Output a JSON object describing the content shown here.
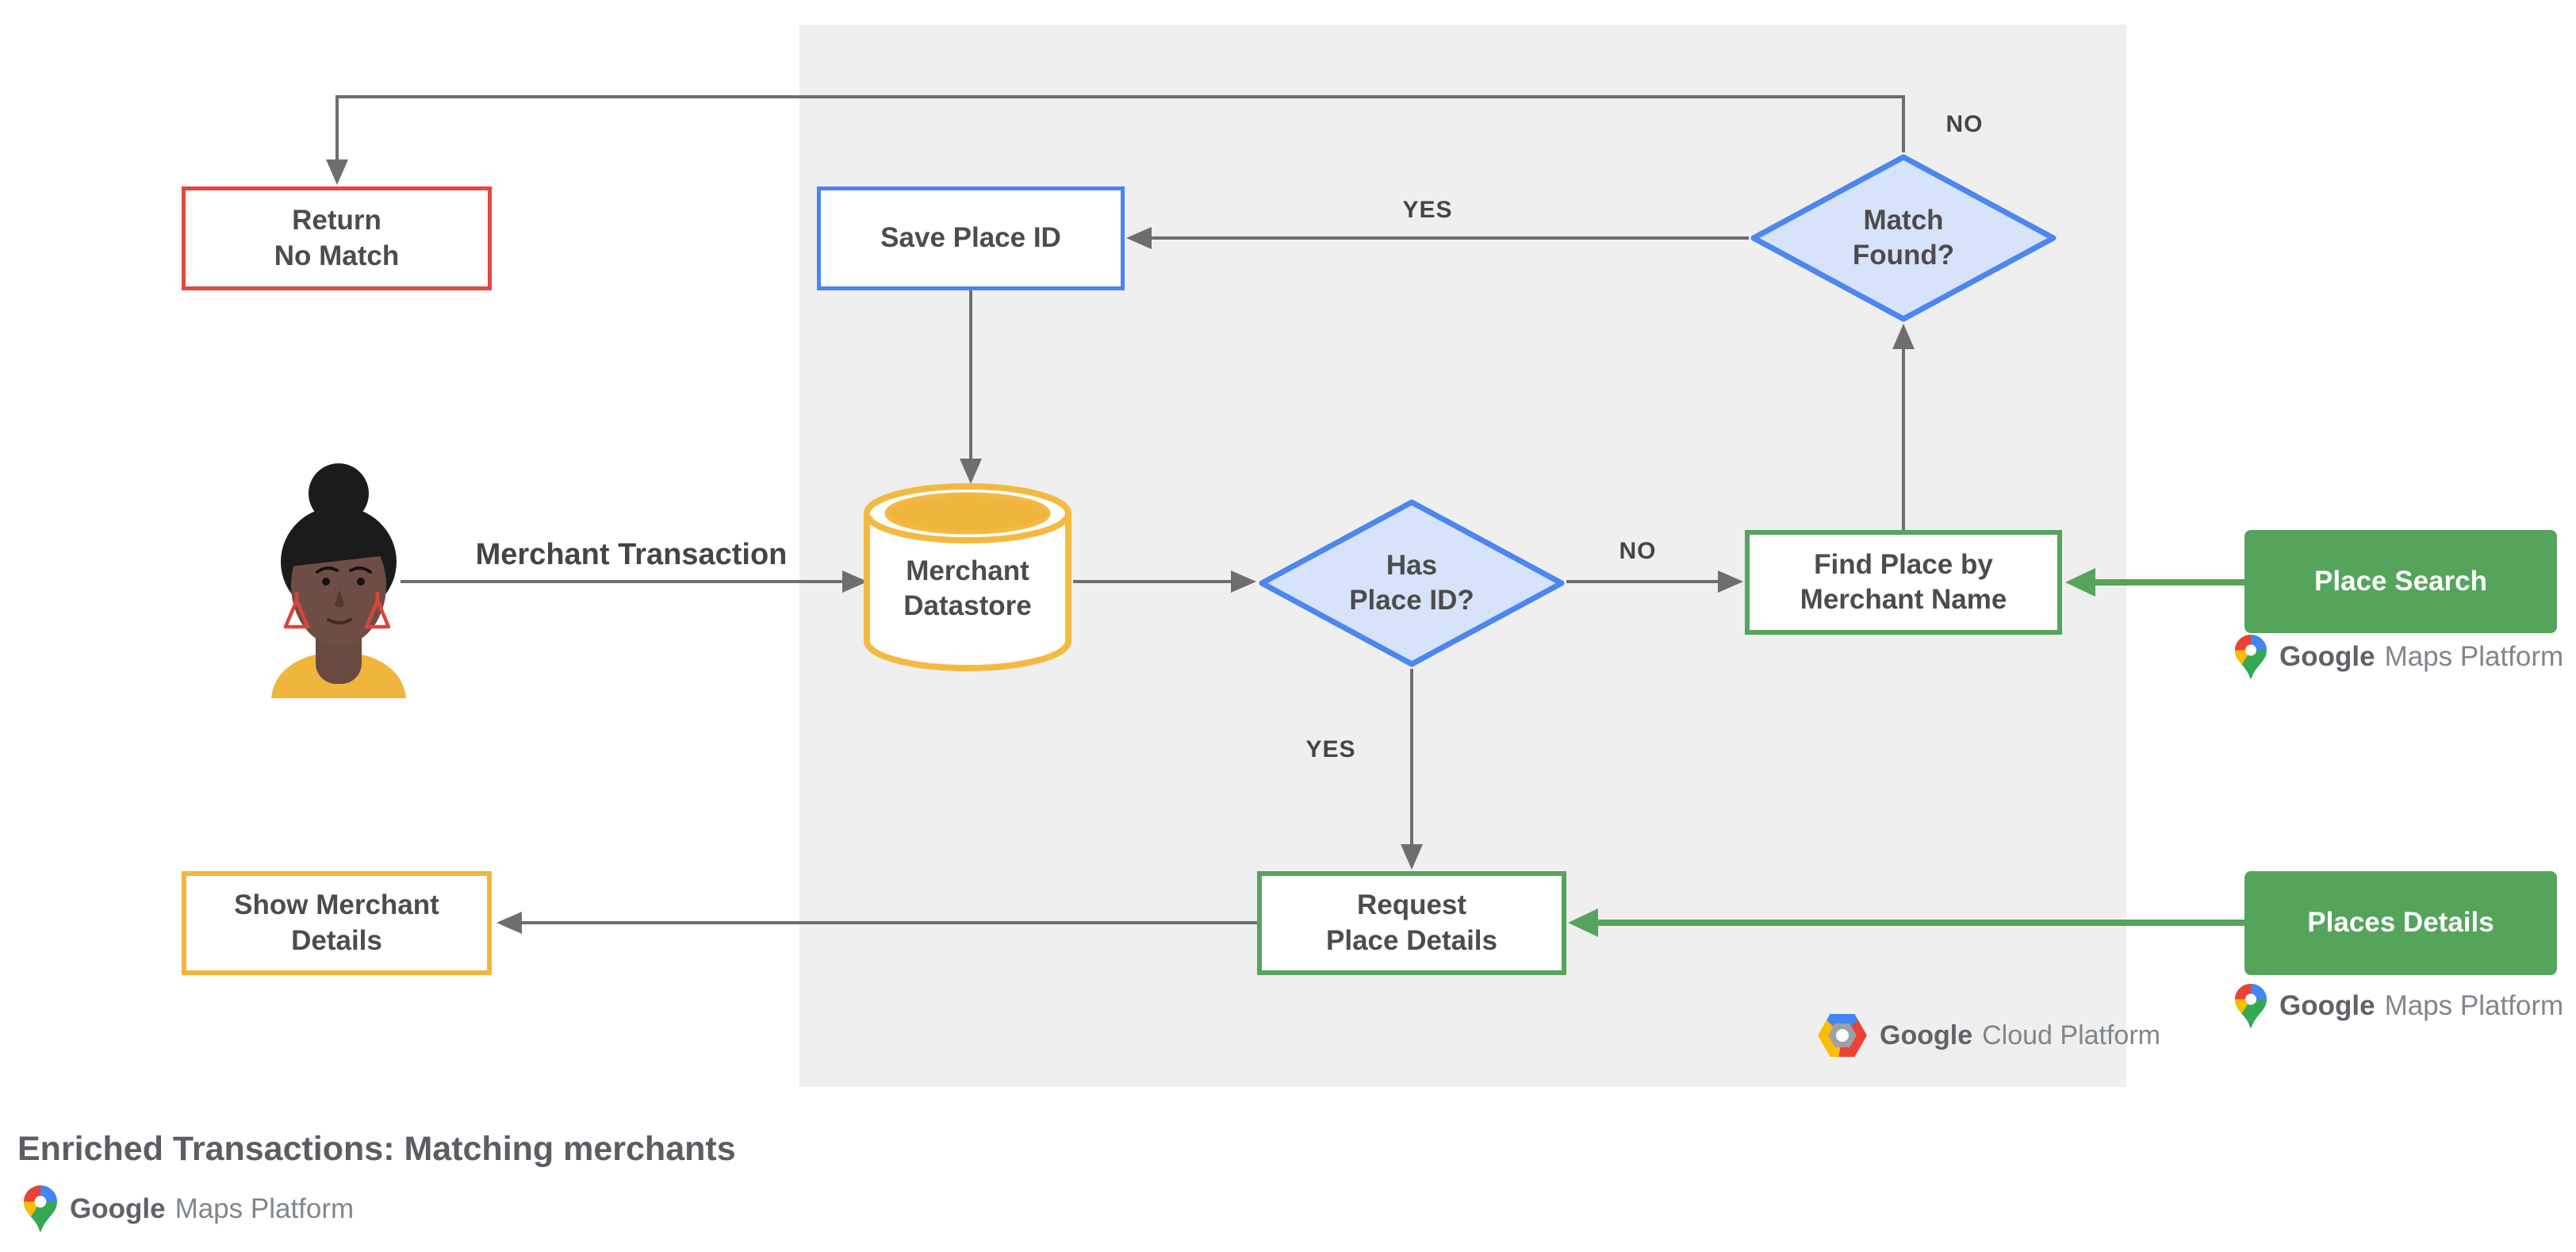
{
  "figure": {
    "title": "Enriched Transactions: Matching merchants"
  },
  "nodes": {
    "return_no_match": "Return\nNo Match",
    "save_place_id": "Save Place ID",
    "match_found": "Match\nFound?",
    "merchant_datastore": "Merchant\nDatastore",
    "has_place_id": "Has\nPlace ID?",
    "find_place_by_merchant_name": "Find Place by\nMerchant Name",
    "place_search": "Place Search",
    "request_place_details": "Request\nPlace Details",
    "places_details": "Places Details",
    "show_merchant_details": "Show Merchant\nDetails"
  },
  "edge_labels": {
    "merchant_transaction": "Merchant Transaction",
    "match_found_yes": "YES",
    "match_found_no": "NO",
    "has_place_id_no": "NO",
    "has_place_id_yes": "YES"
  },
  "logos": {
    "google_maps_platform": {
      "bold": "Google",
      "rest": "Maps Platform"
    },
    "google_cloud_platform": {
      "bold": "Google",
      "rest": "Cloud Platform"
    }
  },
  "icons": {
    "google_maps_pin": "google-maps-pin-icon",
    "google_cloud_hexagon": "google-cloud-hexagon-icon",
    "merchant_avatar": "merchant-user-avatar"
  },
  "colors": {
    "red_border": "#E2483C",
    "blue_border": "#4A84EE",
    "blue_fill": "#D7E3FB",
    "yellow_border": "#F2B63F",
    "gold_fill": "#EFB53C",
    "green": "#55A45C",
    "panel_gray": "#EFEFEF",
    "arrow_gray": "#6E6E6E",
    "node_text": "#4C4C4C",
    "title_text": "#5A5E63",
    "google_blue": "#4285F4",
    "google_red": "#EA4335",
    "google_yellow": "#FBBC04",
    "google_green": "#34A853"
  }
}
